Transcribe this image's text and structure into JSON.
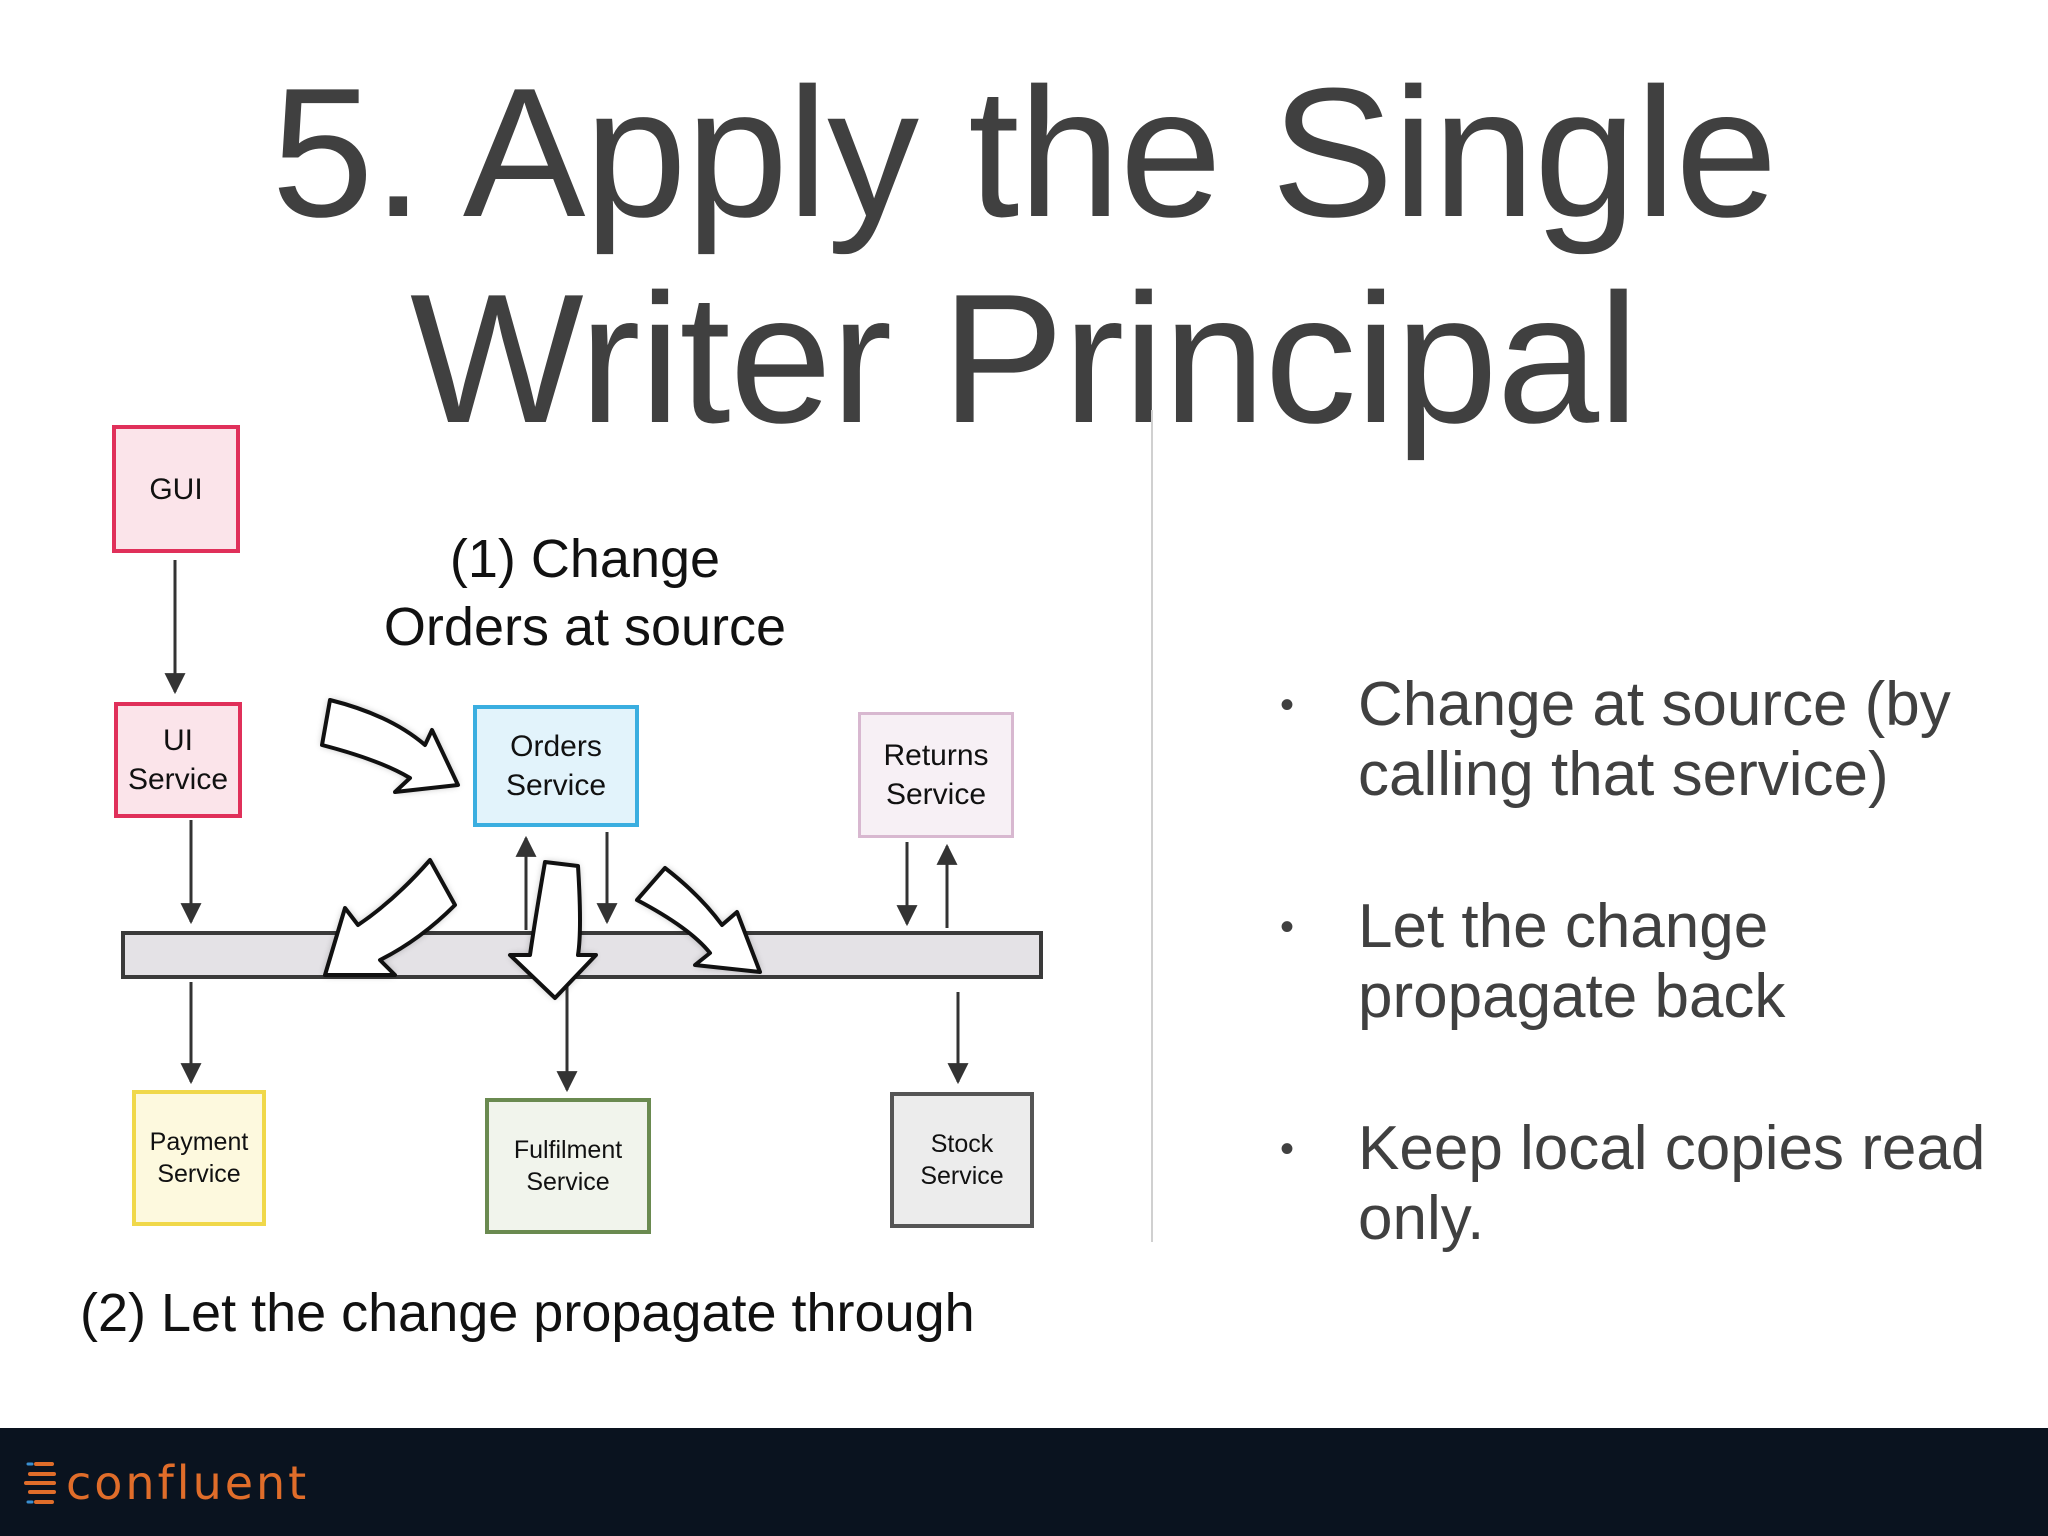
{
  "slide": {
    "title_line1": "5. Apply the Single",
    "title_line2": "Writer Principal"
  },
  "diagram": {
    "boxes": {
      "gui": "GUI",
      "ui_service": "UI Service",
      "orders_service": "Orders Service",
      "returns_service": "Returns Service",
      "payment_service": "Payment Service",
      "fulfilment_service": "Fulfilment Service",
      "stock_service": "Stock Service"
    },
    "note_change_line1": "(1) Change",
    "note_change_line2": "Orders at source",
    "note_propagate": "(2) Let the change propagate through"
  },
  "bullets": [
    "Change at source (by calling that service)",
    "Let the change propagate back",
    "Keep local copies read only."
  ],
  "bullet_marker": "•",
  "footer": {
    "logo_text": "confluent"
  },
  "colors": {
    "gui_border": "#e0305a",
    "orders_border": "#3aaee0",
    "returns_border": "#d8b8d0",
    "payment_border": "#f0d84a",
    "fulfilment_border": "#6a8a50",
    "stock_border": "#555555",
    "footer_bg": "#0a131f",
    "logo": "#e06d2a"
  }
}
